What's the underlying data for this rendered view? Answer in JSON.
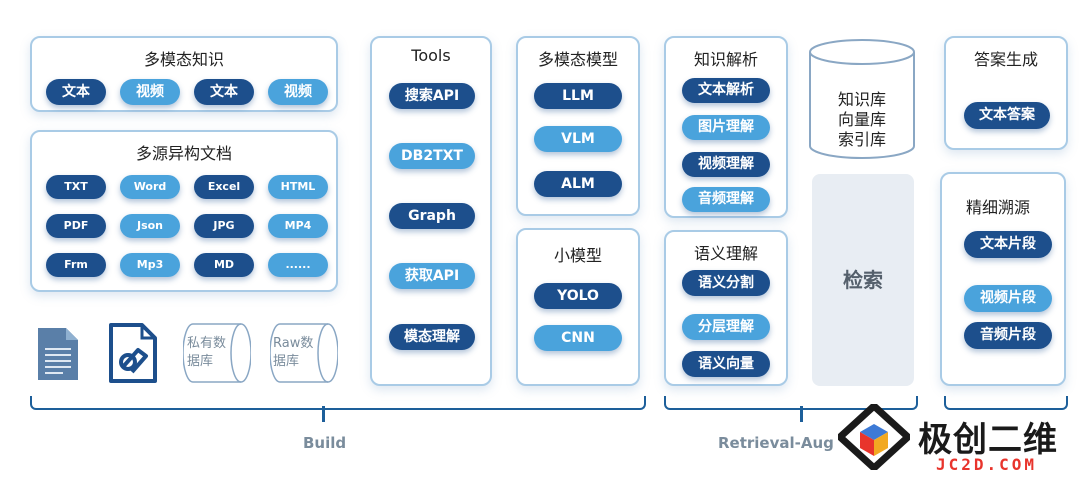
{
  "multimodal_knowledge": {
    "title": "多模态知识",
    "items": [
      "文本",
      "视频",
      "文本",
      "视频"
    ]
  },
  "heterogeneous_docs": {
    "title": "多源异构文档",
    "items": [
      "TXT",
      "Word",
      "Excel",
      "HTML",
      "PDF",
      "Json",
      "JPG",
      "MP4",
      "Frm",
      "Mp3",
      "MD",
      "......"
    ]
  },
  "data_sources": {
    "private_db": "私有数据库",
    "raw_db": "Raw数据库"
  },
  "tools": {
    "title": "Tools",
    "items": [
      "搜索API",
      "DB2TXT",
      "Graph",
      "获取API",
      "模态理解"
    ]
  },
  "multimodal_models": {
    "title": "多模态模型",
    "items": [
      "LLM",
      "VLM",
      "ALM"
    ]
  },
  "small_models": {
    "title": "小模型",
    "items": [
      "YOLO",
      "CNN"
    ]
  },
  "knowledge_parsing": {
    "title": "知识解析",
    "items": [
      "文本解析",
      "图片理解",
      "视频理解",
      "音频理解"
    ]
  },
  "semantic_understanding": {
    "title": "语义理解",
    "items": [
      "语义分割",
      "分层理解",
      "语义向量"
    ]
  },
  "knowledge_store": {
    "line1": "知识库",
    "line2": "向量库",
    "line3": "索引库"
  },
  "retrieval": {
    "label": "检索"
  },
  "answer_generation": {
    "title": "答案生成",
    "items": [
      "文本答案"
    ]
  },
  "fine_tracing": {
    "title": "精细溯源",
    "items": [
      "文本片段",
      "视频片段",
      "音频片段"
    ]
  },
  "stages": {
    "build": "Build",
    "retrieval": "Retrieval-Aug"
  },
  "watermark": {
    "name": "极创二维",
    "url": "JC2D.COM"
  },
  "colors": {
    "dark_pill": "#1d4f8c",
    "light_pill": "#4aa3dc",
    "border": "#a9cbe6",
    "brace": "#1d5f9a"
  }
}
